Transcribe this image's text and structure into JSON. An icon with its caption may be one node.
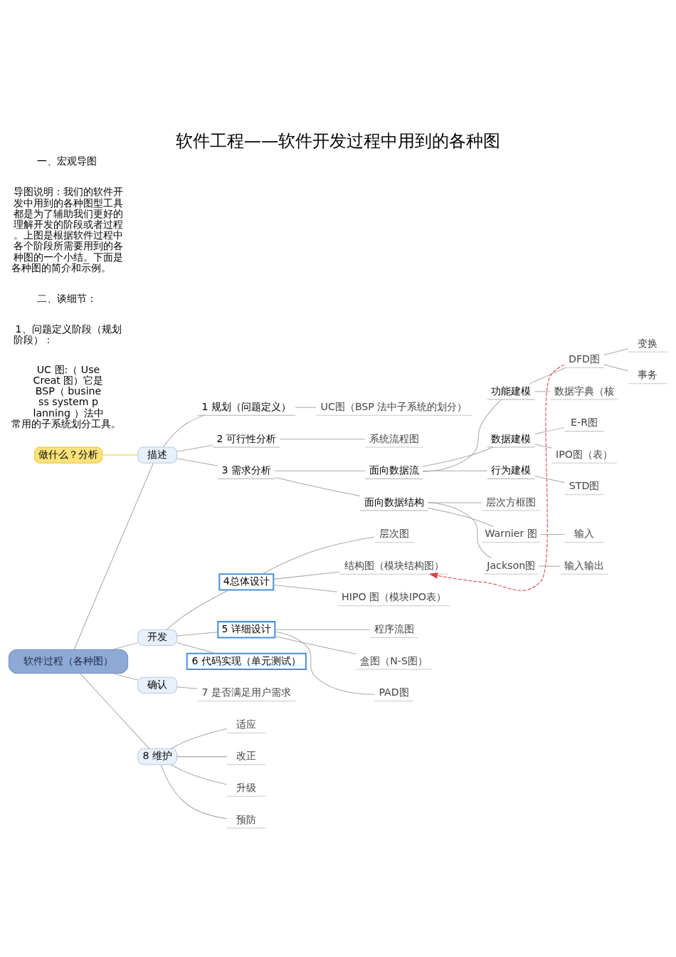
{
  "diagram": {
    "title": "软件工程——软件开发过程中用到的各种图",
    "nodes": [
      {
        "text": [
          "软件过程（各种图）"
        ]
      },
      {
        "text": [
          "描述"
        ]
      },
      {
        "text": [
          "做什么？分析"
        ]
      },
      {
        "text": [
          "1 规划（问题定义）"
        ]
      },
      {
        "text": [
          "UC图（BSP 法中子系统的划分）"
        ]
      },
      {
        "text": [
          "2 可行性分析"
        ]
      },
      {
        "text": [
          "系统流程图"
        ]
      },
      {
        "text": [
          "3 需求分析"
        ]
      },
      {
        "text": [
          "面向数据流"
        ]
      },
      {
        "text": [
          "功能建模"
        ]
      },
      {
        "text": [
          "DFD图"
        ]
      },
      {
        "text": [
          "变换"
        ]
      },
      {
        "text": [
          "事务"
        ]
      },
      {
        "text": [
          "数据字典（核"
        ]
      },
      {
        "text": [
          "数据建模"
        ]
      },
      {
        "text": [
          "E-R图"
        ]
      },
      {
        "text": [
          "IPO图（表）"
        ]
      },
      {
        "text": [
          "行为建模"
        ]
      },
      {
        "text": [
          "STD图"
        ]
      },
      {
        "text": [
          "面向数据结构"
        ]
      },
      {
        "text": [
          "层次方框图"
        ]
      },
      {
        "text": [
          "Warnier 图"
        ]
      },
      {
        "text": [
          "输入"
        ]
      },
      {
        "text": [
          "Jackson图"
        ]
      },
      {
        "text": [
          "输入输出"
        ]
      },
      {
        "text": [
          "开发"
        ]
      },
      {
        "text": [
          "4总体设计"
        ]
      },
      {
        "text": [
          "层次图"
        ]
      },
      {
        "text": [
          "结构图（模块结构图）"
        ]
      },
      {
        "text": [
          "HIPO 图（模块IPO表）"
        ]
      },
      {
        "text": [
          "5 详细设计"
        ]
      },
      {
        "text": [
          "程序流图"
        ]
      },
      {
        "text": [
          "盒图（N-S图）"
        ]
      },
      {
        "text": [
          "PAD图"
        ]
      },
      {
        "text": [
          "6 代码实现（单元测试）"
        ]
      },
      {
        "text": [
          "确认"
        ]
      },
      {
        "text": [
          "7 是否满足用户需求"
        ]
      },
      {
        "text": [
          "8 维护"
        ]
      },
      {
        "text": [
          "适应"
        ]
      },
      {
        "text": [
          "改正"
        ]
      },
      {
        "text": [
          "升级"
        ]
      },
      {
        "text": [
          "预防"
        ]
      }
    ],
    "edges": [
      {
        "from": 0,
        "to": 1,
        "arrow": "none"
      },
      {
        "from": 2,
        "to": 1,
        "arrow": "none",
        "color": "#f5c518"
      },
      {
        "from": 1,
        "to": 3,
        "arrow": "none"
      },
      {
        "from": 3,
        "to": 4,
        "arrow": "none"
      },
      {
        "from": 1,
        "to": 5,
        "arrow": "none"
      },
      {
        "from": 5,
        "to": 6,
        "arrow": "none"
      },
      {
        "from": 1,
        "to": 7,
        "arrow": "none"
      },
      {
        "from": 7,
        "to": 8,
        "arrow": "none"
      },
      {
        "from": 8,
        "to": 9,
        "arrow": "none"
      },
      {
        "from": 9,
        "to": 10,
        "arrow": "none"
      },
      {
        "from": 10,
        "to": 11,
        "arrow": "none"
      },
      {
        "from": 10,
        "to": 12,
        "arrow": "none"
      },
      {
        "from": 9,
        "to": 13,
        "arrow": "none"
      },
      {
        "from": 8,
        "to": 14,
        "arrow": "none"
      },
      {
        "from": 14,
        "to": 15,
        "arrow": "none"
      },
      {
        "from": 14,
        "to": 16,
        "arrow": "none"
      },
      {
        "from": 8,
        "to": 17,
        "arrow": "none"
      },
      {
        "from": 17,
        "to": 18,
        "arrow": "none"
      },
      {
        "from": 7,
        "to": 19,
        "arrow": "none"
      },
      {
        "from": 19,
        "to": 20,
        "arrow": "none"
      },
      {
        "from": 19,
        "to": 21,
        "arrow": "none"
      },
      {
        "from": 21,
        "to": 22,
        "arrow": "none"
      },
      {
        "from": 19,
        "to": 23,
        "arrow": "none"
      },
      {
        "from": 23,
        "to": 24,
        "arrow": "none"
      },
      {
        "from": 0,
        "to": 25,
        "arrow": "none"
      },
      {
        "from": 25,
        "to": 26,
        "arrow": "none"
      },
      {
        "from": 26,
        "to": 27,
        "arrow": "none"
      },
      {
        "from": 26,
        "to": 28,
        "arrow": "none"
      },
      {
        "from": 26,
        "to": 29,
        "arrow": "none"
      },
      {
        "from": 25,
        "to": 30,
        "arrow": "none"
      },
      {
        "from": 30,
        "to": 31,
        "arrow": "none"
      },
      {
        "from": 30,
        "to": 32,
        "arrow": "none"
      },
      {
        "from": 30,
        "to": 33,
        "arrow": "none"
      },
      {
        "from": 25,
        "to": 34,
        "arrow": "none"
      },
      {
        "from": 0,
        "to": 35,
        "arrow": "none"
      },
      {
        "from": 35,
        "to": 36,
        "arrow": "none"
      },
      {
        "from": 0,
        "to": 37,
        "arrow": "none"
      },
      {
        "from": 37,
        "to": 38,
        "arrow": "none"
      },
      {
        "from": 37,
        "to": 39,
        "arrow": "none"
      },
      {
        "from": 37,
        "to": 40,
        "arrow": "none"
      },
      {
        "from": 37,
        "to": 41,
        "arrow": "none"
      },
      {
        "from": 10,
        "to": 28,
        "arrow": "to",
        "style": "dashed",
        "color": "#e03c3c"
      }
    ],
    "labels": [
      "一、宏观导图",
      "导图说明：我们的软件开发中用到的各种图型工具都是为了辅助我们更好的理解开发的阶段或者过程。上图是根据软件过程中各个阶段所需要用到的各种图的一个小结。下面是各种图的简介和示例。",
      "二、谈细节：",
      "1、问题定义阶段（规划阶段）：",
      "UC 图:（ Use Creat 图）它是 BSP（ business system planning ）法中常用的子系统划分工具。"
    ]
  }
}
